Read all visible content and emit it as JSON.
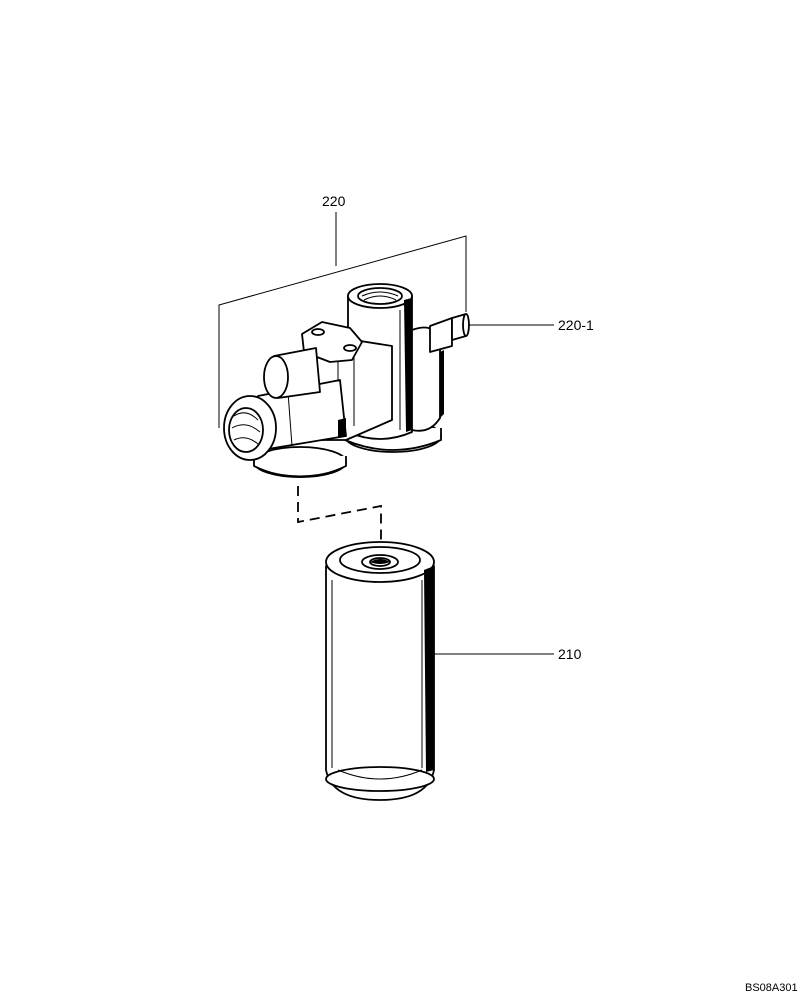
{
  "diagram": {
    "callouts": {
      "filter_head": "220",
      "fitting": "220-1",
      "filter_element": "210"
    },
    "reference_code": "BS08A301"
  }
}
